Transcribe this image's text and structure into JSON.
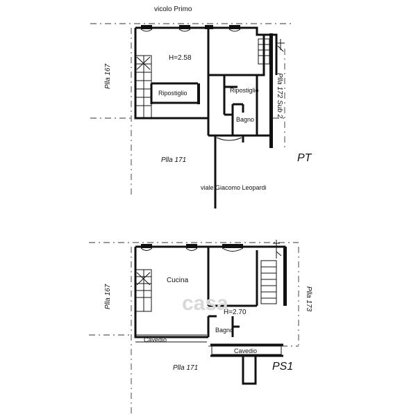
{
  "ground_floor": {
    "street_top": "vicolo Primo",
    "street_bottom": "viale Giacomo Leopardi",
    "parcel_left": "Plla 167",
    "parcel_right": "Plla 172 Sub 2",
    "parcel_bottom": "Plla 171",
    "height": "H=2.58",
    "room_storage_left": "Ripostiglio",
    "room_storage_right": "Ripostiglio",
    "room_bath": "Bagno",
    "floor_code": "PT"
  },
  "basement_floor": {
    "parcel_left": "Plla 167",
    "parcel_right": "Plla 173",
    "parcel_bottom": "Plla 171",
    "room_kitchen": "Cucina",
    "height": "H=2.70",
    "room_bath": "Bagno",
    "shaft_left": "Cavedio",
    "shaft_right": "Cavedio",
    "floor_code": "PS1"
  },
  "watermark": "casa"
}
